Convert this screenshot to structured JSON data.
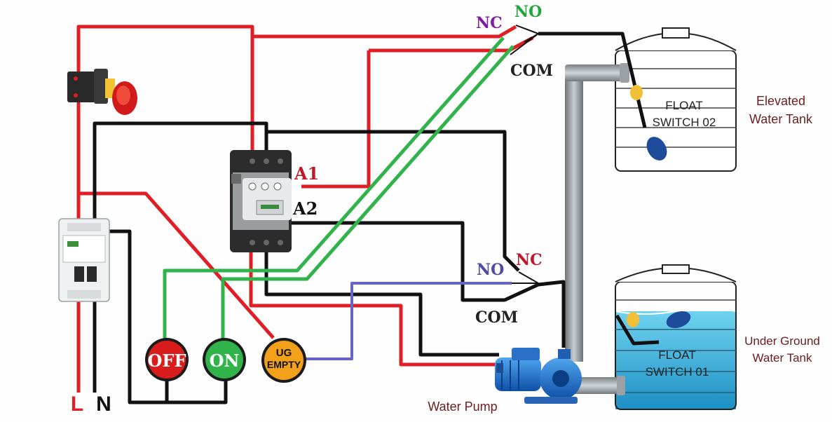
{
  "supply": {
    "line_label": "L",
    "neutral_label": "N"
  },
  "contactor": {
    "coil_a1": "A1",
    "coil_a2": "A2"
  },
  "buttons": {
    "off_label": "OFF",
    "on_label": "ON"
  },
  "indicator": {
    "line1": "UG",
    "line2": "EMPTY"
  },
  "switch_upper": {
    "nc": "NC",
    "no": "NO",
    "com": "COM"
  },
  "switch_lower": {
    "nc": "NC",
    "no": "NO",
    "com": "COM"
  },
  "tank_upper": {
    "float_line1": "FLOAT",
    "float_line2": "SWITCH 02",
    "title_line1": "Elevated",
    "title_line2": "Water Tank"
  },
  "tank_lower": {
    "float_line1": "FLOAT",
    "float_line2": "SWITCH 01",
    "title_line1": "Under Ground",
    "title_line2": "Water Tank"
  },
  "pump": {
    "label": "Water Pump"
  },
  "colors": {
    "live": "#e01e25",
    "neutral": "#111111",
    "control": "#2fb34a",
    "sensor": "#6565c8",
    "nc_text": "#7a1fa0",
    "no_text": "#1ea83a",
    "a1_text": "#c0182a",
    "blue_text": "#4c4ca8",
    "dark_text": "#222222",
    "title_text": "#6b1d1d"
  }
}
